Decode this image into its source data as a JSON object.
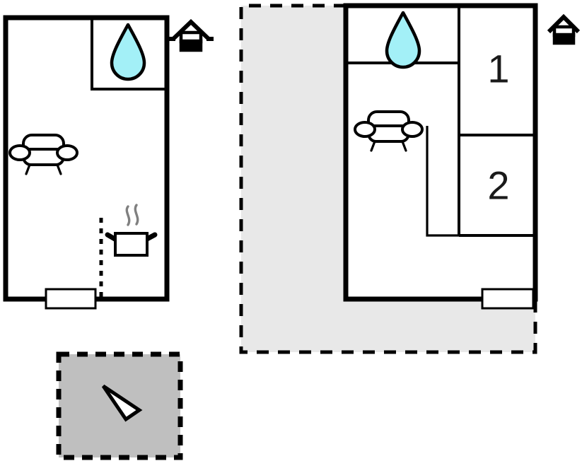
{
  "diagram": {
    "kind": "floor-plan",
    "background_color": "#ffffff",
    "wall_color": "#000000",
    "terrace_fill_color": "#e8e8e8",
    "compass_fill_color": "#bfbfbf",
    "water_drop_color": "#a3f0f7"
  },
  "plans": [
    {
      "id": "ground-floor",
      "level_icon": "house-icon-ground-floor",
      "rooms": [
        {
          "name": "living-room",
          "label": ""
        },
        {
          "name": "bathroom",
          "label": "",
          "icon": "water-drop-icon"
        },
        {
          "name": "kitchen-area",
          "label": "",
          "icon": "cooking-pot-icon"
        }
      ],
      "furniture": [
        {
          "name": "sofa-icon",
          "label": ""
        },
        {
          "name": "cooking-pot-icon",
          "label": ""
        }
      ],
      "openings": [
        {
          "name": "entrance-door",
          "label": ""
        }
      ],
      "partitions": [
        {
          "name": "dashed-partition-wall",
          "label": ""
        }
      ]
    },
    {
      "id": "upper-floor",
      "level_icon": "house-icon-upper-floor",
      "rooms": [
        {
          "name": "bathroom",
          "label": "",
          "icon": "water-drop-icon"
        },
        {
          "name": "living-room",
          "label": "",
          "icon": "sofa-icon"
        },
        {
          "name": "bedroom-1",
          "label": "1"
        },
        {
          "name": "bedroom-2",
          "label": "2"
        },
        {
          "name": "hallway",
          "label": ""
        }
      ],
      "furniture": [
        {
          "name": "sofa-icon",
          "label": ""
        }
      ],
      "openings": [
        {
          "name": "entrance-door",
          "label": ""
        }
      ],
      "terrace": {
        "name": "terrace-area",
        "label": ""
      }
    }
  ],
  "room_numbers": {
    "bedroom_1": "1",
    "bedroom_2": "2"
  },
  "compass": {
    "name": "orientation-indicator",
    "direction_label": ""
  },
  "legend_icons": [
    {
      "name": "house-icon-ground-floor",
      "label": ""
    },
    {
      "name": "house-icon-upper-floor",
      "label": ""
    }
  ]
}
